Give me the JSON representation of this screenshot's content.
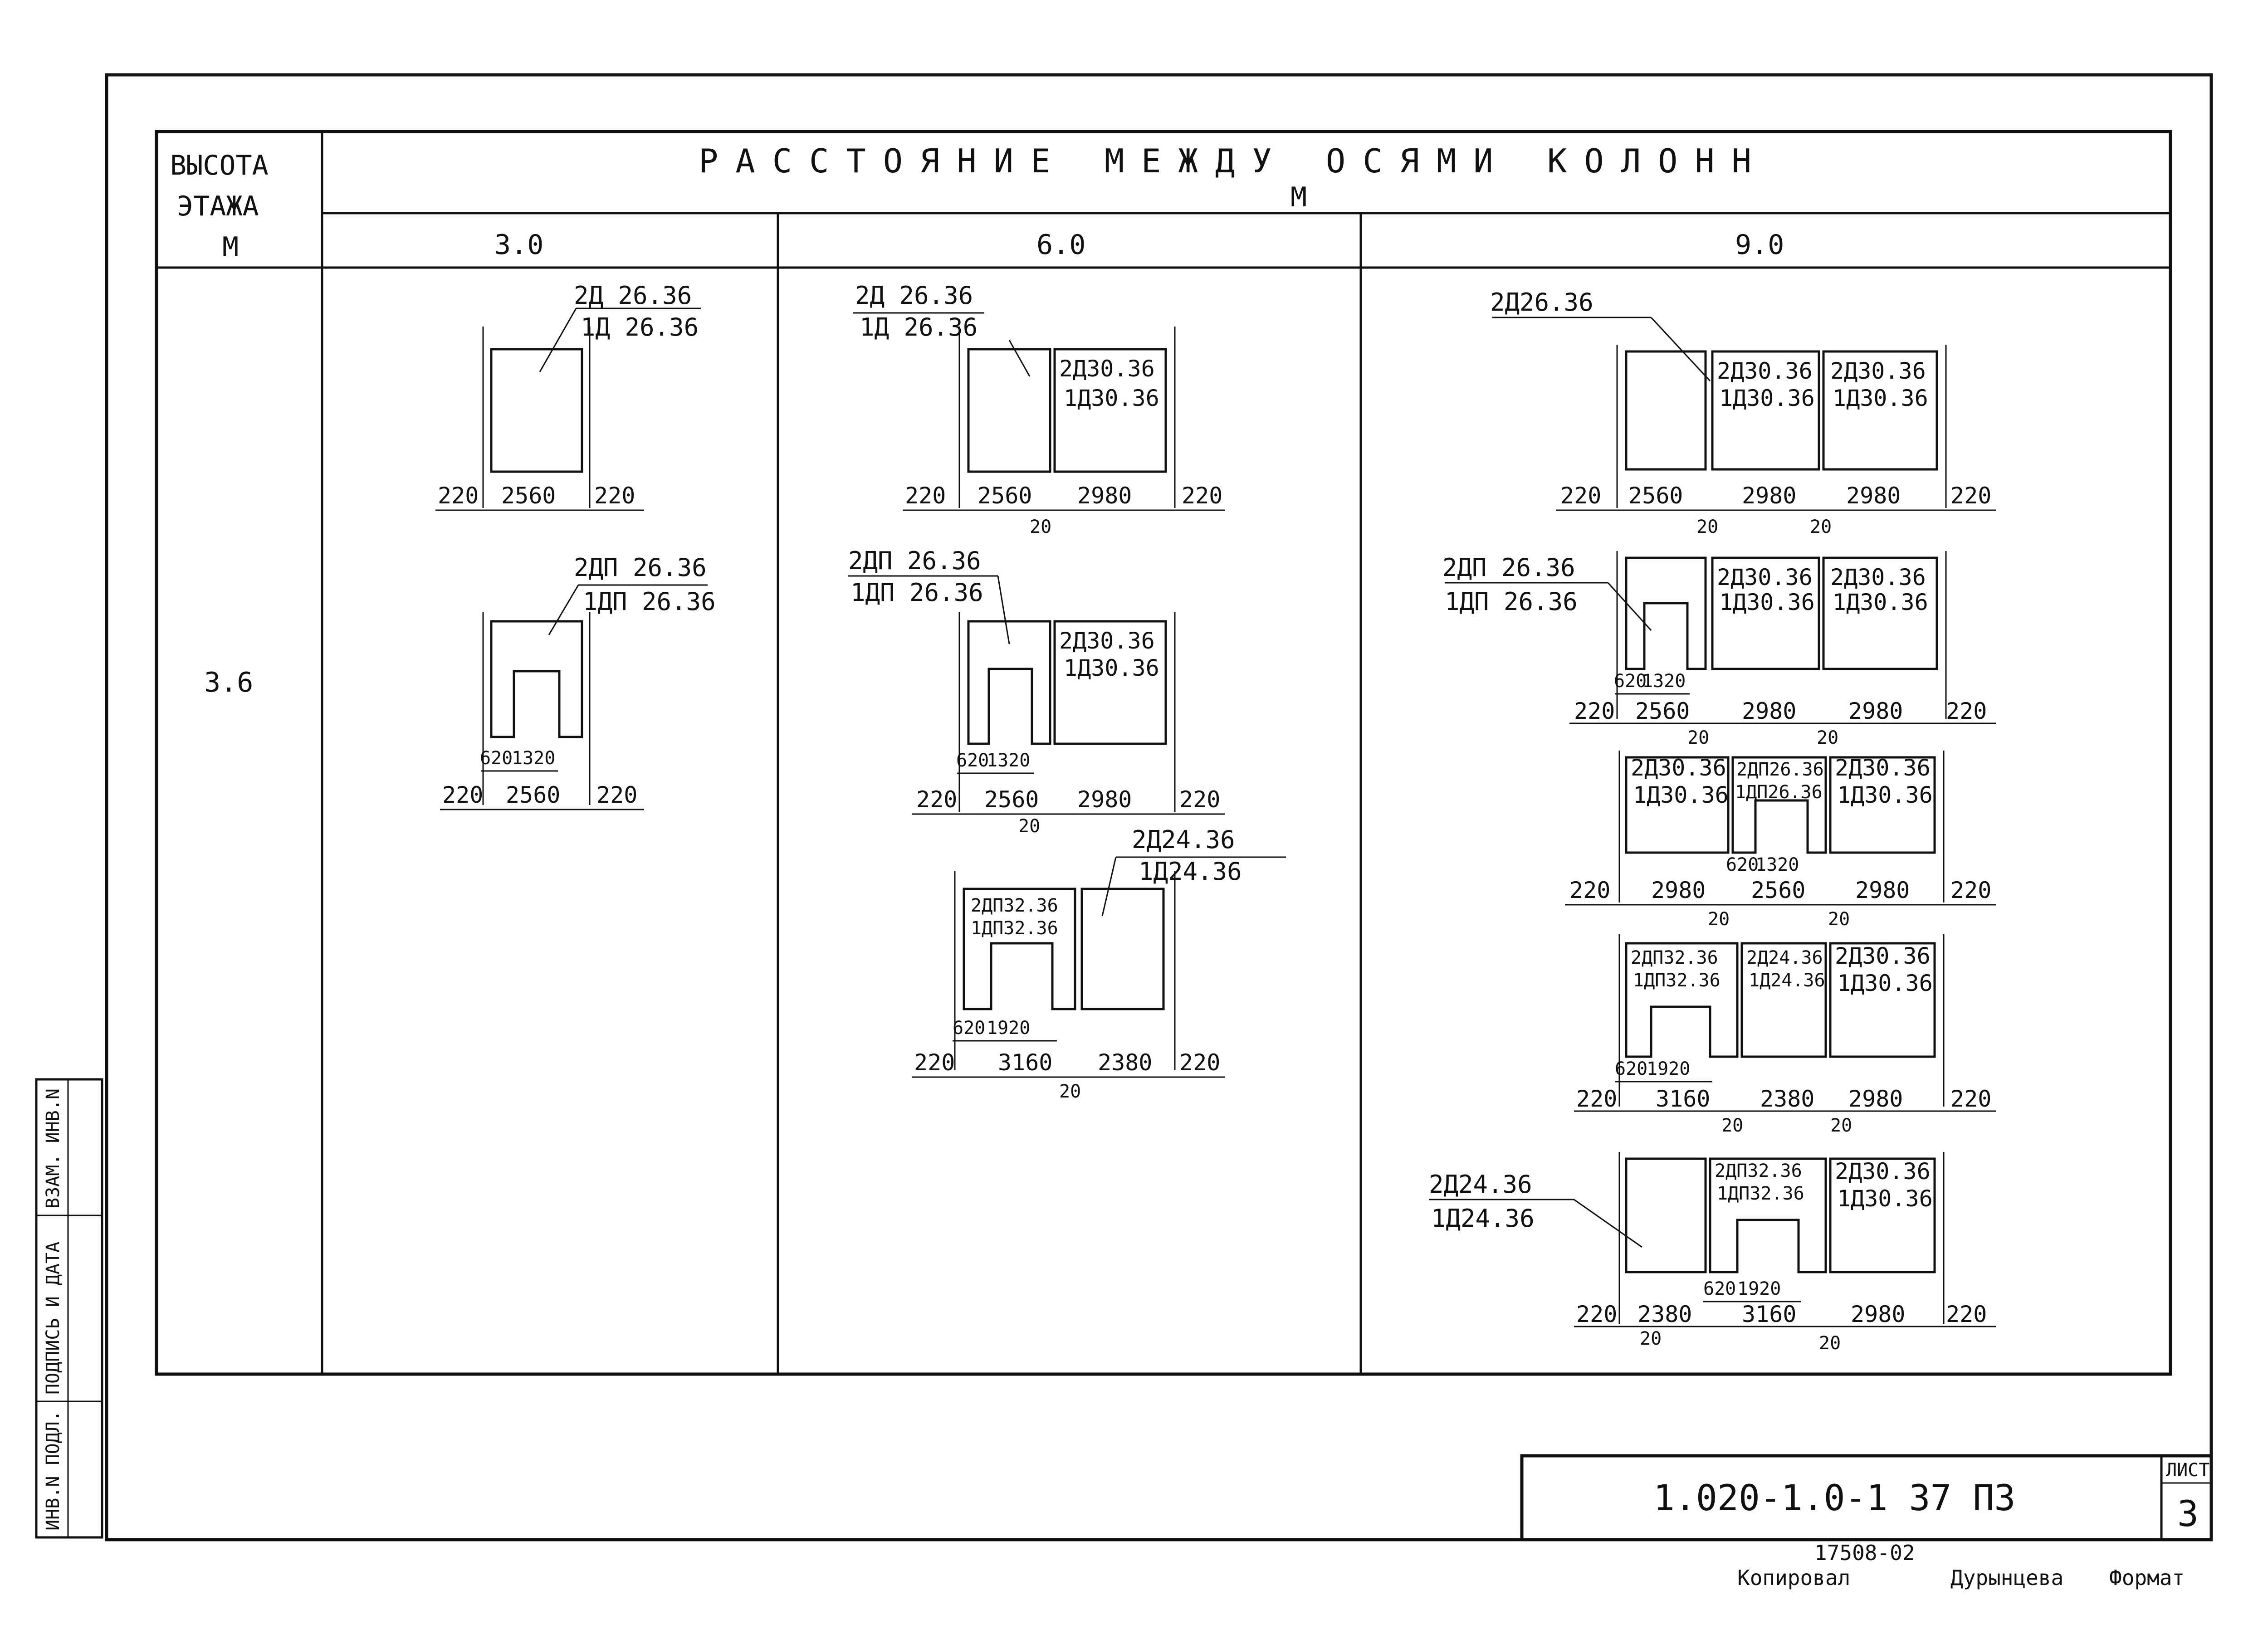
{
  "header": {
    "col_height_line1": "ВЫСОТА",
    "col_height_line2": "ЭТАЖА",
    "col_height_line3": "М",
    "title": "РАССТОЯНИЕ МЕЖДУ ОСЯМИ КОЛОНН",
    "title_unit": "М",
    "spans": [
      "3.0",
      "6.0",
      "9.0"
    ],
    "floor_height": "3.6"
  },
  "col30": {
    "a": {
      "lab1": "2Д 26.36",
      "lab2": "1Д 26.36",
      "d": [
        "220",
        "2560",
        "220"
      ]
    },
    "b": {
      "lab1": "2ДП 26.36",
      "lab2": "1ДП 26.36",
      "sub": [
        "620",
        "1320"
      ],
      "d": [
        "220",
        "2560",
        "220"
      ]
    }
  },
  "col60": {
    "a": {
      "lab1": "2Д 26.36",
      "lab2": "1Д 26.36",
      "p1": "2Д30.36",
      "p2": "1Д30.36",
      "d": [
        "220",
        "2560",
        "2980",
        "220"
      ],
      "gap": "20"
    },
    "b": {
      "lab1": "2ДП 26.36",
      "lab2": "1ДП 26.36",
      "p1": "2Д30.36",
      "p2": "1Д30.36",
      "sub": [
        "620",
        "1320"
      ],
      "d": [
        "220",
        "2560",
        "2980",
        "220"
      ],
      "gap": "20"
    },
    "c": {
      "lab1": "2Д24.36",
      "lab2": "1Д24.36",
      "p1": "2ДП32.36",
      "p2": "1ДП32.36",
      "sub": [
        "620",
        "1920"
      ],
      "d": [
        "220",
        "3160",
        "2380",
        "220"
      ],
      "gap": "20"
    }
  },
  "col90": {
    "a": {
      "lab1": "2Д26.36",
      "p1": "2Д30.36",
      "p2": "1Д30.36",
      "d": [
        "220",
        "2560",
        "2980",
        "2980",
        "220"
      ],
      "gap": "20"
    },
    "b": {
      "lab1": "2ДП 26.36",
      "lab2": "1ДП 26.36",
      "p1": "2Д30.36",
      "p2": "1Д30.36",
      "sub": [
        "620",
        "1320"
      ],
      "d": [
        "220",
        "2560",
        "2980",
        "2980",
        "220"
      ],
      "gap": "20"
    },
    "c": {
      "p1": "2Д30.36",
      "p2": "1Д30.36",
      "q1": "2ДП26.36",
      "q2": "1ДП26.36",
      "sub": [
        "620",
        "1320"
      ],
      "d": [
        "220",
        "2980",
        "2560",
        "2980",
        "220"
      ],
      "gap": "20"
    },
    "d": {
      "p1": "2ДП32.36",
      "p2": "1ДП32.36",
      "q1": "2Д24.36",
      "q2": "1Д24.36",
      "r1": "2Д30.36",
      "r2": "1Д30.36",
      "sub": [
        "620",
        "1920"
      ],
      "d": [
        "220",
        "3160",
        "2380",
        "2980",
        "220"
      ],
      "gap": "20"
    },
    "e": {
      "lab1": "2Д24.36",
      "lab2": "1Д24.36",
      "p1": "2ДП32.36",
      "p2": "1ДП32.36",
      "r1": "2Д30.36",
      "r2": "1Д30.36",
      "sub": [
        "620",
        "1920"
      ],
      "d": [
        "220",
        "2380",
        "3160",
        "2980",
        "220"
      ],
      "gap": "20"
    }
  },
  "stamp": {
    "code": "1.020-1.0-1 37 ПЗ",
    "sheet_label": "ЛИСТ",
    "sheet_no": "3",
    "copied": "Копировал",
    "copier": "Дурынцева",
    "order": "17508-02",
    "format": "Формат"
  },
  "side_strip": [
    "ИНВ.N ПОДЛ.",
    "ПОДПИСЬ И ДАТА",
    "ВЗАМ. ИНВ.N"
  ]
}
